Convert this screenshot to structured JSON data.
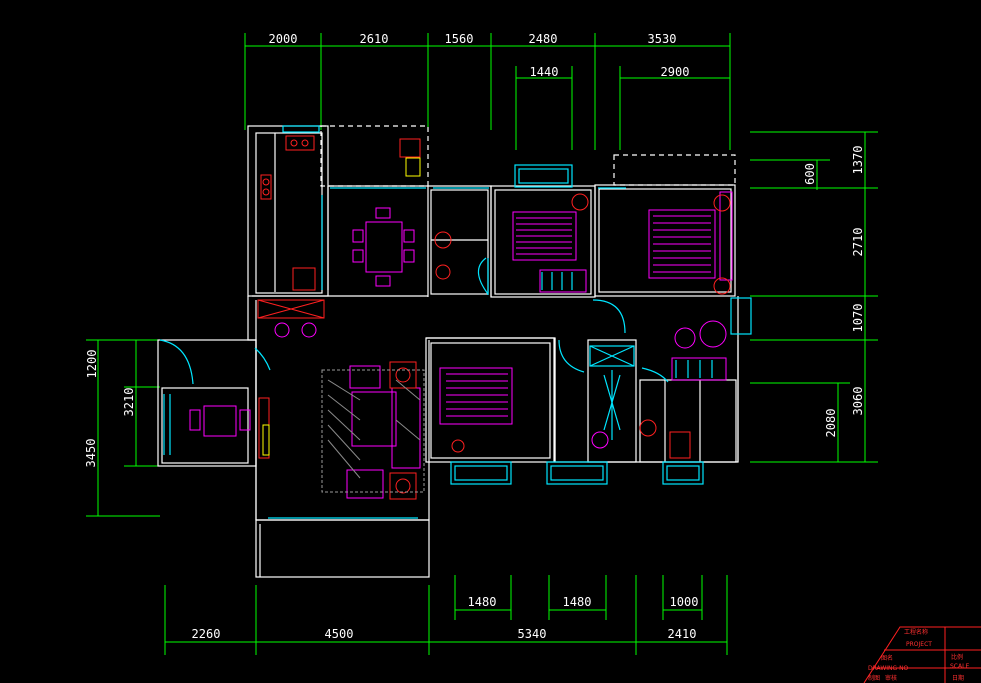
{
  "top_dims": [
    "2000",
    "2610",
    "1560",
    "2480",
    "3530"
  ],
  "top_sub_dims": [
    "1440",
    "2900"
  ],
  "bottom_dims": [
    "2260",
    "4500",
    "5340",
    "2410"
  ],
  "bottom_sub_dims": [
    "1480",
    "1480",
    "1000"
  ],
  "right_outer_dims": [
    "1370",
    "2710",
    "1070",
    "3060"
  ],
  "right_inner_dims": [
    "600",
    "2080"
  ],
  "left_outer_dims": [
    "3450"
  ],
  "left_inner_dims": [
    "1200",
    "3210"
  ],
  "title_block": {
    "project": "PROJECT",
    "project_cn": "工程名称",
    "drawing_cn": "图名",
    "drawing": "DRAWING NO",
    "scale_cn": "比例",
    "scale": "SCALE",
    "by_cn": "制图",
    "checked_cn": "审核",
    "date_cn": "日期"
  },
  "colors": {
    "dimension": "#00ff00",
    "wall": "#ffffff",
    "window": "#00e5ff",
    "furniture": "#ff00ff",
    "fixture": "#ff2020",
    "appliance": "#ffff00"
  }
}
